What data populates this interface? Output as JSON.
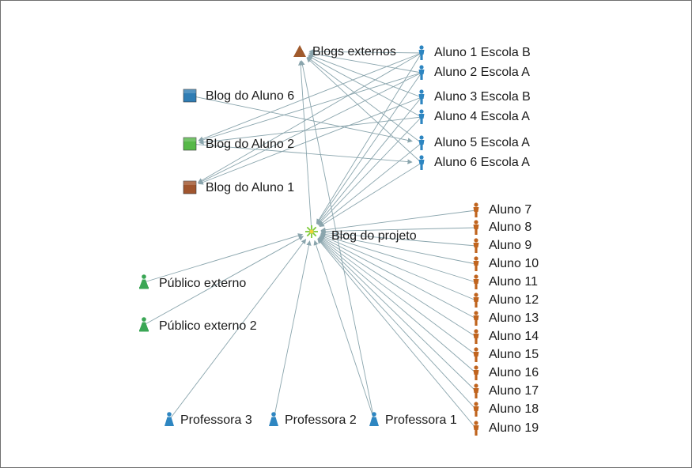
{
  "diagram": {
    "hub": {
      "id": "hub",
      "label": "Blog do projeto",
      "icon": "star-burst-icon",
      "color": "#7ecb3a"
    },
    "blogs": [
      {
        "id": "blogs_externos",
        "label": "Blogs externos",
        "icon": "triangle-icon",
        "color": "#a05a2c"
      },
      {
        "id": "blog6",
        "label": "Blog do Aluno 6",
        "icon": "square-icon",
        "color": "#2f7db4"
      },
      {
        "id": "blog2",
        "label": "Blog do Aluno 2",
        "icon": "square-icon",
        "color": "#56b848"
      },
      {
        "id": "blog1",
        "label": "Blog do Aluno 1",
        "icon": "square-icon",
        "color": "#a0552e"
      }
    ],
    "school_students": [
      {
        "id": "a1",
        "label": "Aluno 1 Escola B"
      },
      {
        "id": "a2",
        "label": "Aluno 2 Escola A"
      },
      {
        "id": "a3",
        "label": "Aluno 3 Escola B"
      },
      {
        "id": "a4",
        "label": "Aluno 4 Escola A"
      },
      {
        "id": "a5",
        "label": "Aluno 5 Escola A"
      },
      {
        "id": "a6",
        "label": "Aluno 6 Escola A"
      }
    ],
    "other_students": [
      {
        "id": "a7",
        "label": "Aluno 7"
      },
      {
        "id": "a8",
        "label": "Aluno 8"
      },
      {
        "id": "a9",
        "label": "Aluno 9"
      },
      {
        "id": "a10",
        "label": "Aluno 10"
      },
      {
        "id": "a11",
        "label": "Aluno 11"
      },
      {
        "id": "a12",
        "label": "Aluno 12"
      },
      {
        "id": "a13",
        "label": "Aluno 13"
      },
      {
        "id": "a14",
        "label": "Aluno 14"
      },
      {
        "id": "a15",
        "label": "Aluno 15"
      },
      {
        "id": "a16",
        "label": "Aluno 16"
      },
      {
        "id": "a17",
        "label": "Aluno 17"
      },
      {
        "id": "a18",
        "label": "Aluno 18"
      },
      {
        "id": "a19",
        "label": "Aluno 19"
      }
    ],
    "public": [
      {
        "id": "pub1",
        "label": "Público externo"
      },
      {
        "id": "pub2",
        "label": "Público externo 2"
      }
    ],
    "teachers": [
      {
        "id": "prof3",
        "label": "Professora 3"
      },
      {
        "id": "prof2",
        "label": "Professora 2"
      },
      {
        "id": "prof1",
        "label": "Professora 1"
      }
    ],
    "colors": {
      "school_student": "#2e86c1",
      "other_student": "#c0641e",
      "public": "#3aa655",
      "teacher": "#2e86c1",
      "edge": "#8aa5ad"
    },
    "edges": [
      [
        "a1",
        "hub"
      ],
      [
        "a2",
        "hub"
      ],
      [
        "a3",
        "hub"
      ],
      [
        "a4",
        "hub"
      ],
      [
        "a5",
        "hub"
      ],
      [
        "a6",
        "hub"
      ],
      [
        "a7",
        "hub"
      ],
      [
        "a8",
        "hub"
      ],
      [
        "a9",
        "hub"
      ],
      [
        "a10",
        "hub"
      ],
      [
        "a11",
        "hub"
      ],
      [
        "a12",
        "hub"
      ],
      [
        "a13",
        "hub"
      ],
      [
        "a14",
        "hub"
      ],
      [
        "a15",
        "hub"
      ],
      [
        "a16",
        "hub"
      ],
      [
        "a17",
        "hub"
      ],
      [
        "a18",
        "hub"
      ],
      [
        "a19",
        "hub"
      ],
      [
        "pub1",
        "hub"
      ],
      [
        "pub2",
        "hub"
      ],
      [
        "prof3",
        "hub"
      ],
      [
        "prof2",
        "hub"
      ],
      [
        "prof1",
        "hub"
      ],
      [
        "hub",
        "blogs_externos"
      ],
      [
        "a1",
        "blogs_externos"
      ],
      [
        "a2",
        "blogs_externos"
      ],
      [
        "a3",
        "blogs_externos"
      ],
      [
        "a4",
        "blogs_externos"
      ],
      [
        "a5",
        "blogs_externos"
      ],
      [
        "a6",
        "blogs_externos"
      ],
      [
        "a1",
        "blog2"
      ],
      [
        "a2",
        "blog2"
      ],
      [
        "a1",
        "blog1"
      ],
      [
        "a2",
        "blog1"
      ],
      [
        "a4",
        "blog2"
      ],
      [
        "a3",
        "blog1"
      ],
      [
        "blog6",
        "a5"
      ],
      [
        "blog2",
        "a6"
      ],
      [
        "prof1",
        "blogs_externos"
      ]
    ]
  }
}
